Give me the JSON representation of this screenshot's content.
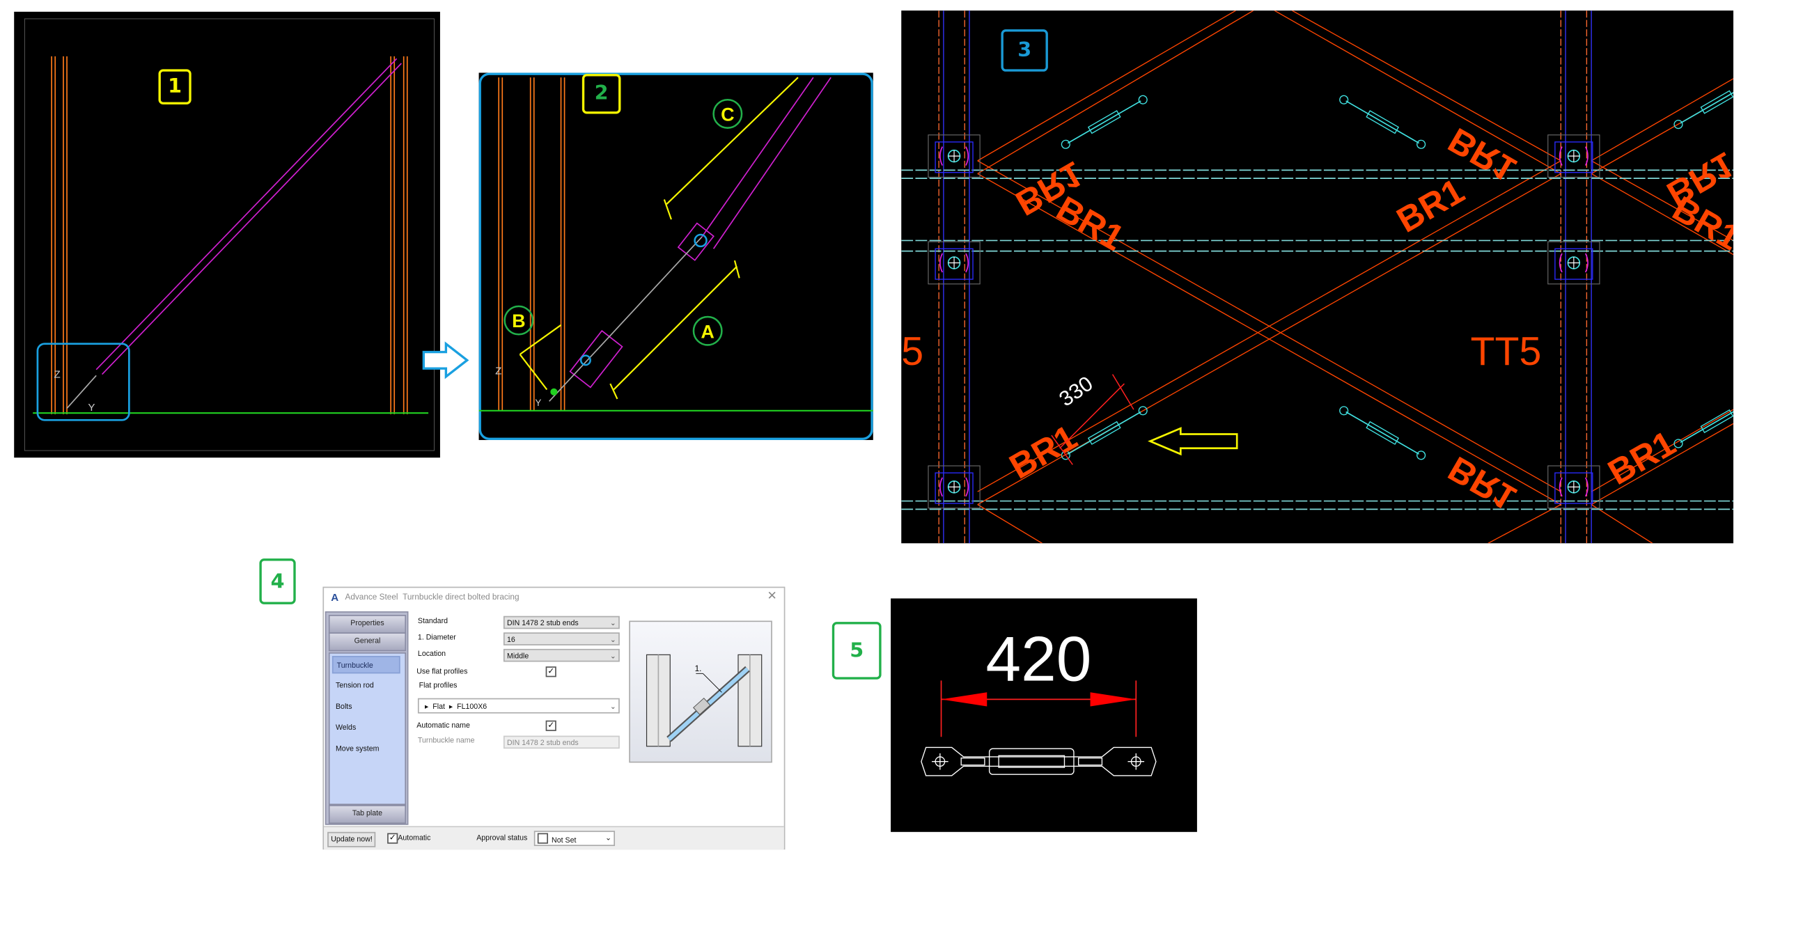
{
  "labels": {
    "p1": "1",
    "p2": "2",
    "p3": "3",
    "p4": "4",
    "p5": "5"
  },
  "panel1": {
    "axis_z": "Z",
    "axis_y": "Y"
  },
  "panel2": {
    "callout_a": "A",
    "callout_b": "B",
    "callout_c": "C",
    "axis_z": "Z",
    "axis_y": "Y"
  },
  "panel3": {
    "mark": "BR1",
    "grid_label": "TT5",
    "grid_label_left": "5",
    "dimension": "330"
  },
  "panel5": {
    "dimension": "420"
  },
  "dialog": {
    "app": "Advance Steel",
    "title": "Turnbuckle direct bolted bracing",
    "close": "✕",
    "sidebar": {
      "properties": "Properties",
      "general": "General",
      "items": [
        {
          "label": "Turnbuckle",
          "selected": true
        },
        {
          "label": "Tension rod"
        },
        {
          "label": "Bolts"
        },
        {
          "label": "Welds"
        },
        {
          "label": "Move system"
        }
      ],
      "tab_plate": "Tab plate"
    },
    "fields": {
      "standard_label": "Standard",
      "standard_value": "DIN 1478 2 stub ends",
      "diameter_label": "1. Diameter",
      "diameter_value": "16",
      "location_label": "Location",
      "location_value": "Middle",
      "use_flat_label": "Use flat profiles",
      "use_flat_checked": true,
      "flat_profiles_label": "Flat profiles",
      "flat_path_1": "Flat",
      "flat_path_2": "FL100X6",
      "auto_name_label": "Automatic name",
      "auto_name_checked": true,
      "tb_name_label": "Turnbuckle name",
      "tb_name_value": "DIN 1478 2 stub ends"
    },
    "preview_callout": "1.",
    "footer": {
      "update": "Update now!",
      "automatic": "Automatic",
      "automatic_checked": true,
      "approval_label": "Approval status",
      "approval_value": "Not Set"
    }
  },
  "colors": {
    "cad_bg": "#000000",
    "steel": "#ff4500",
    "label_yellow": "#f5f500",
    "label_green": "#22b04a",
    "label_blue": "#1a9ad6"
  }
}
